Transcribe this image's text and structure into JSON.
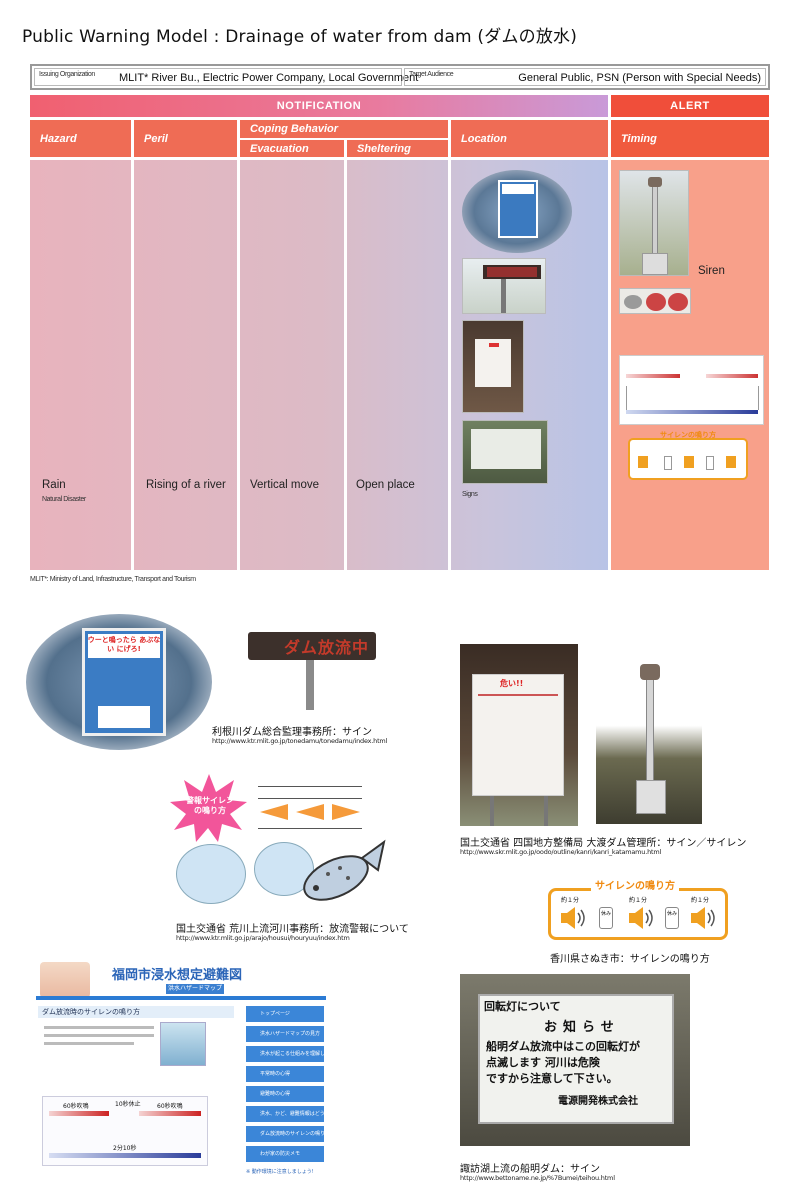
{
  "title": "Public Warning Model : Drainage of water from dam (ダムの放水)",
  "info": {
    "issuing_label": "Issuing Organization",
    "issuing_value": "MLIT* River Bu., Electric Power Company, Local Government",
    "target_label": "Target Audience",
    "target_value": "General Public, PSN (Person with Special Needs)"
  },
  "bands": {
    "notification": "NOTIFICATION",
    "alert": "ALERT"
  },
  "headers": {
    "hazard": "Hazard",
    "peril": "Peril",
    "coping": "Coping Behavior",
    "evacuation": "Evacuation",
    "sheltering": "Sheltering",
    "location": "Location",
    "timing": "Timing"
  },
  "cells": {
    "hazard": "Rain",
    "hazard_sub": "Natural Disaster",
    "peril": "Rising of a river",
    "evacuation": "Vertical move",
    "sheltering": "Open place",
    "location_note": "Signs",
    "siren_label": "Siren"
  },
  "footnote": "MLIT*: Ministry of Land, Infrastructure, Transport and Tourism",
  "siren_pattern": {
    "title": "サイレンの鳴り方",
    "duration": "約１分",
    "pause": "休み",
    "on_label": "60秒吹鳴",
    "off_label": "10秒休止",
    "total": "2分10秒"
  },
  "signs": {
    "danger_sign_text": "ウーと鳴ったら あぶない にげろ!",
    "led_text": "ダム放流中",
    "danger_label": "危い!!",
    "notice_title": "回転灯について",
    "notice_heading": "お知らせ",
    "notice_lines": [
      "船明ダム放流中はこの回転灯が",
      "点滅します 河川は危険",
      "ですから注意して下さい。",
      "電源開発株式会社"
    ],
    "warning_burst": "警報サイレンの鳴り方"
  },
  "web_page": {
    "title": "福岡市浸水想定避難図",
    "subtitle": "洪水ハザードマップ",
    "section": "ダム放流時のサイレンの鳴り方",
    "nav": [
      "トップページ",
      "洪水ハザードマップの見方",
      "洪水が起こる仕組みを理解しましょう",
      "平常時の心得",
      "避難時の心得",
      "洪水、かど、避難情報はどうして入手する？",
      "ダム放流時のサイレンの鳴り方",
      "わが家の防災メモ"
    ],
    "note": "※ 動作環境に注意しましょう!"
  },
  "captions": [
    {
      "text": "利根川ダム総合監理事務所：サイン",
      "url": "http://www.ktr.mlit.go.jp/tonedamu/tonedamu/index.html"
    },
    {
      "text": "国土交通省 荒川上流河川事務所：放流警報について",
      "url": "http://www.ktr.mlit.go.jp/arajo/housui/houryuu/index.htm"
    },
    {
      "text": "国土交通省 四国地方整備局 大渡ダム管理所：サイン／サイレン",
      "url": "http://www.skr.mlit.go.jp/oodo/outline/kanri/kanri_katamamu.html"
    },
    {
      "text": "香川県さぬき市：サイレンの鳴り方",
      "url": ""
    },
    {
      "text": "諏訪湖上流の船明ダム：サイン",
      "url": "http://www.bettoname.ne.jp/%7Bumei/teihou.html"
    }
  ],
  "colors": {
    "notification_band": "#e9708a",
    "alert_band": "#f06048",
    "header_row": "#ef6f55",
    "alert_body": "#f8a08a"
  }
}
